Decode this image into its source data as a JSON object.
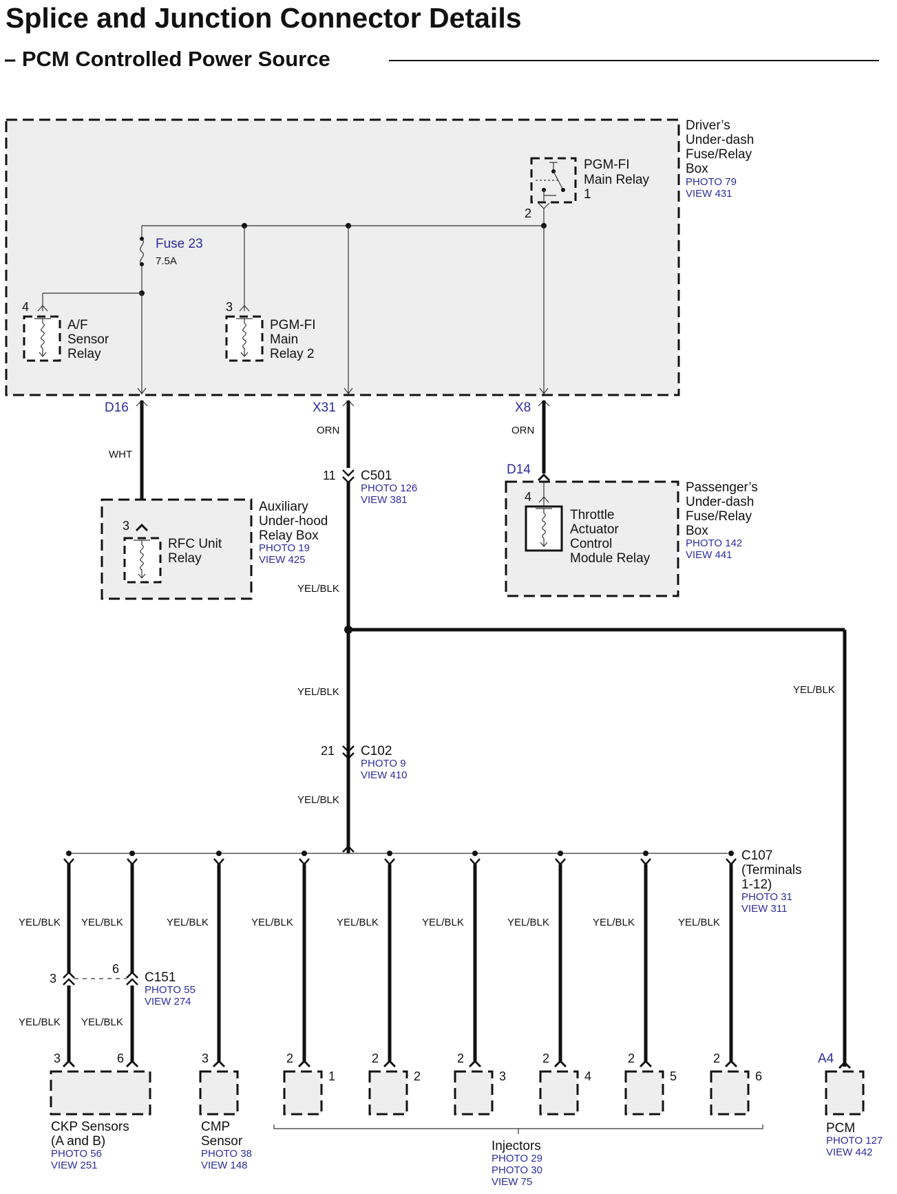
{
  "title": "Splice and Junction Connector Details",
  "subtitle": "– PCM Controlled Power Source",
  "drivers_box": {
    "name_lines": [
      "Driver’s",
      "Under-dash",
      "Fuse/Relay",
      "Box"
    ],
    "photo": "PHOTO 79",
    "view": "VIEW 431"
  },
  "main_relay_1": {
    "lines": [
      "PGM-FI",
      "Main Relay",
      "1"
    ],
    "pin": "2"
  },
  "fuse": {
    "name": "Fuse 23",
    "rating": "7.5A"
  },
  "af_relay": {
    "lines": [
      "A/F",
      "Sensor",
      "Relay"
    ],
    "pin": "4"
  },
  "main_relay_2": {
    "lines": [
      "PGM-FI",
      "Main",
      "Relay 2"
    ],
    "pin": "3"
  },
  "connectors": {
    "d16": "D16",
    "x31": "X31",
    "x8": "X8",
    "d14": "D14",
    "a4": "A4"
  },
  "wires": {
    "wht": "WHT",
    "orn1": "ORN",
    "orn2": "ORN",
    "yb_c501": "YEL/BLK",
    "yb_upper": "YEL/BLK",
    "yb_c102": "YEL/BLK",
    "yb_pcm": "YEL/BLK",
    "yb_ckp_low1": "YEL/BLK",
    "yb_ckp_low2": "YEL/BLK"
  },
  "c501": {
    "pin": "11",
    "name": "C501",
    "photo": "PHOTO 126",
    "view": "VIEW 381"
  },
  "aux_box": {
    "name_lines": [
      "Auxiliary",
      "Under-hood",
      "Relay Box"
    ],
    "photo": "PHOTO 19",
    "view": "VIEW 425",
    "relay_lines": [
      "RFC Unit",
      "Relay"
    ],
    "pin": "3"
  },
  "pass_box": {
    "name_lines": [
      "Passenger’s",
      "Under-dash",
      "Fuse/Relay",
      "Box"
    ],
    "photo": "PHOTO 142",
    "view": "VIEW 441",
    "relay_lines": [
      "Throttle",
      "Actuator",
      "Control",
      "Module Relay"
    ],
    "pin": "4"
  },
  "c102": {
    "pin": "21",
    "name": "C102",
    "photo": "PHOTO 9",
    "view": "VIEW 410"
  },
  "c107": {
    "name_lines": [
      "C107",
      "(Terminals",
      "1-12)"
    ],
    "photo": "PHOTO 31",
    "view": "VIEW 311"
  },
  "branch_wire_labels": [
    "YEL/BLK",
    "YEL/BLK",
    "YEL/BLK",
    "YEL/BLK",
    "YEL/BLK",
    "YEL/BLK",
    "YEL/BLK",
    "YEL/BLK",
    "YEL/BLK"
  ],
  "c151": {
    "pin_left": "3",
    "pin_right": "6",
    "name": "C151",
    "photo": "PHOTO 55",
    "view": "VIEW 274"
  },
  "ckp": {
    "name_lines": [
      "CKP Sensors",
      "(A and B)"
    ],
    "photo": "PHOTO 56",
    "view": "VIEW 251",
    "pin_left": "3",
    "pin_right": "6"
  },
  "cmp": {
    "name_lines": [
      "CMP",
      "Sensor"
    ],
    "photo": "PHOTO 38",
    "view": "VIEW 148",
    "pin": "3"
  },
  "injectors": {
    "name": "Injectors",
    "refs": [
      "PHOTO 29",
      "PHOTO 30",
      "VIEW 75"
    ],
    "items": [
      {
        "pin": "2",
        "number": "1"
      },
      {
        "pin": "2",
        "number": "2"
      },
      {
        "pin": "2",
        "number": "3"
      },
      {
        "pin": "2",
        "number": "4"
      },
      {
        "pin": "2",
        "number": "5"
      },
      {
        "pin": "2",
        "number": "6"
      }
    ]
  },
  "pcm": {
    "name": "PCM",
    "photo": "PHOTO 127",
    "view": "VIEW 442"
  }
}
